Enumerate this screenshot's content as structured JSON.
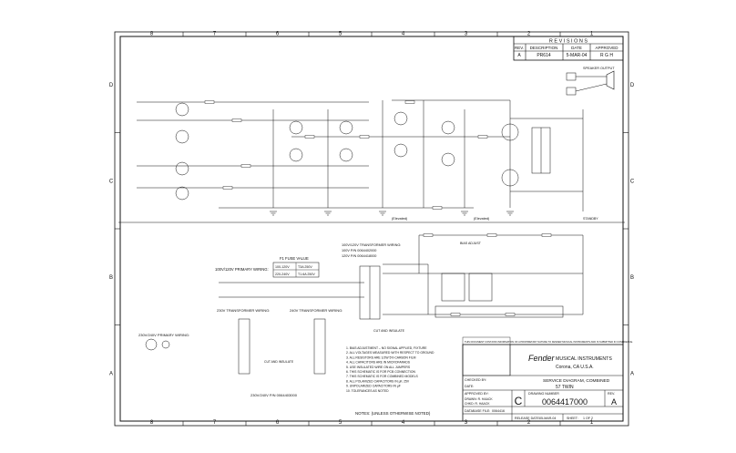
{
  "border": {
    "columns": [
      "8",
      "7",
      "6",
      "5",
      "4",
      "3",
      "2",
      "1"
    ],
    "rows": [
      "D",
      "C",
      "B",
      "A"
    ]
  },
  "revisions": {
    "title": "R E V I S I O N S",
    "headers": [
      "REV.",
      "DESCRIPTION",
      "DATE",
      "APPROVED"
    ],
    "rows": [
      [
        "A",
        "PR614",
        "5-MAR-04",
        "R G H"
      ]
    ]
  },
  "title_block": {
    "company": "MUSICAL INSTRUMENTS",
    "location": "Corona, CA  U.S.A.",
    "doc_title": "SERVICE DIAGRAM, COMBINED",
    "model": "57 TWIN",
    "drawing_size": "C",
    "drawing_number_label": "DRAWING NUMBER",
    "drawing_number": "0064417000",
    "rev_label": "REV.",
    "rev": "A",
    "checked_by_label": "CHECKED BY:",
    "date_label": "DATE:",
    "approved_by_label": "APPROVED BY:",
    "drawn_by": "DRAWN: R. HAACK",
    "checked": "CHKD: R. HAACK",
    "database_label": "DATABASE FILE:",
    "database": "0064416",
    "release_label": "RELEASE DATE:",
    "release_date": "05-MAR-04",
    "sheet_label": "SHEET:",
    "sheet": "1  OF  2"
  },
  "regions": {
    "primary_wiring_1": "100V/120V PRIMARY WIRING:",
    "fuse_title": "F1 FUSE VALUE",
    "fuse_rows": [
      [
        "100-120V",
        "T3A 250V"
      ],
      [
        "220-240V",
        "T1.6A 250V"
      ]
    ],
    "transformer_wiring_1": "100V/120V TRANSFORMER WIRING:",
    "transformer_pn_1": "100V P/N 0064402000",
    "transformer_pn_2": "120V P/N 0064418000",
    "transformer_230": "230V TRANSFORMER WIRING:",
    "transformer_240": "240V TRANSFORMER WIRING:",
    "transformer_pn_3": "230V/240V P/N 0064403000",
    "primary_wiring_2": "230V/240V PRIMARY WIRING:",
    "cut_insulate_1": "CUT AND INSULATE",
    "cut_insulate_2": "CUT AND INSULATE",
    "speaker_output": "SPEAKER OUTPUT",
    "standby": "STANDBY",
    "elevated": "(Elevated)",
    "elevated_2": "(Elevated)",
    "bias_adjust": "BIAS ADJUST"
  },
  "notes": {
    "heading": "NOTES: (UNLESS OTHERWISE NOTED)",
    "items": [
      "1. BIAS ADJUSTMENT – NO SIGNAL APPLIED, FIXTURE",
      "2. ALL VOLTAGES MEASURED WITH RESPECT TO GROUND",
      "3. ALL RESISTORS ARE 1/2W 5% CARBON FILM",
      "4. ALL CAPACITORS ARE IN MICROFARADS",
      "5. USE INSULATED WIRE ON ALL JUMPERS",
      "6. THIS SCHEMATIC IS FOR PCB CONNECTION",
      "7. THIS SCHEMATIC IS FOR COMBINED MODELS",
      "8. ALL POLARIZED CAPACITORS IN µF, 25V",
      "9. UNPOLARIZED CAPACITORS IN µF",
      "10. TOLERANCES AS NOTED"
    ]
  },
  "proprietary": "THIS DOCUMENT CONTAINS INFORMATION OF A PROPRIETARY NATURE TO FENDER MUSICAL INSTRUMENTS AND IS SUBMITTED IN CONFIDENCE.",
  "colors": {
    "ink": "#111111",
    "paper": "#ffffff"
  }
}
